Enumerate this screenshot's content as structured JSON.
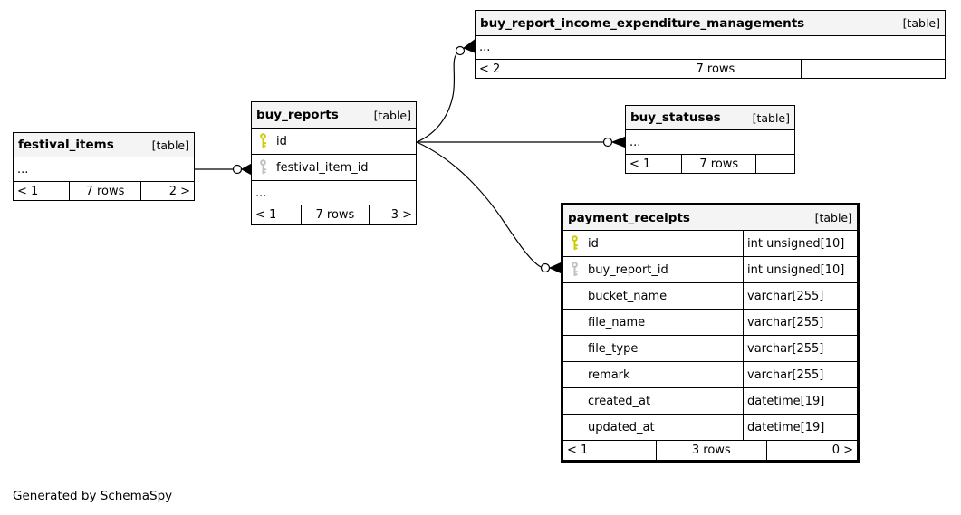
{
  "note": "Generated by SchemaSpy",
  "colors": {
    "header_bg": "#f4f4f4",
    "border": "#000000",
    "pk_key": "#cccc00",
    "fk_key": "#c0c0c0",
    "background": "#ffffff"
  },
  "tables": [
    {
      "id": "festival_items",
      "name": "festival_items",
      "tag": "[table]",
      "emphasized": false,
      "columns": [
        {
          "name": "...",
          "key": null,
          "type": null
        }
      ],
      "footer": [
        "< 1",
        "7 rows",
        "2 >"
      ]
    },
    {
      "id": "buy_reports",
      "name": "buy_reports",
      "tag": "[table]",
      "emphasized": false,
      "columns": [
        {
          "name": "id",
          "key": "pk",
          "type": null
        },
        {
          "name": "festival_item_id",
          "key": "fk",
          "type": null
        },
        {
          "name": "...",
          "key": null,
          "type": null
        }
      ],
      "footer": [
        "< 1",
        "7 rows",
        "3 >"
      ]
    },
    {
      "id": "buy_report_income_expenditure_managements",
      "name": "buy_report_income_expenditure_managements",
      "tag": "[table]",
      "emphasized": false,
      "columns": [
        {
          "name": "...",
          "key": null,
          "type": null
        }
      ],
      "footer": [
        "< 2",
        "7 rows",
        ""
      ]
    },
    {
      "id": "buy_statuses",
      "name": "buy_statuses",
      "tag": "[table]",
      "emphasized": false,
      "columns": [
        {
          "name": "...",
          "key": null,
          "type": null
        }
      ],
      "footer": [
        "< 1",
        "7 rows",
        ""
      ]
    },
    {
      "id": "payment_receipts",
      "name": "payment_receipts",
      "tag": "[table]",
      "emphasized": true,
      "columns": [
        {
          "name": "id",
          "key": "pk",
          "type": "int unsigned[10]"
        },
        {
          "name": "buy_report_id",
          "key": "fk",
          "type": "int unsigned[10]"
        },
        {
          "name": "bucket_name",
          "key": null,
          "type": "varchar[255]"
        },
        {
          "name": "file_name",
          "key": null,
          "type": "varchar[255]"
        },
        {
          "name": "file_type",
          "key": null,
          "type": "varchar[255]"
        },
        {
          "name": "remark",
          "key": null,
          "type": "varchar[255]"
        },
        {
          "name": "created_at",
          "key": null,
          "type": "datetime[19]"
        },
        {
          "name": "updated_at",
          "key": null,
          "type": "datetime[19]"
        }
      ],
      "footer": [
        "< 1",
        "3 rows",
        "0 >"
      ]
    }
  ],
  "relationships": [
    {
      "from": "festival_items",
      "to": "buy_reports.festival_item_id"
    },
    {
      "from": "buy_reports.id",
      "to": "buy_report_income_expenditure_managements"
    },
    {
      "from": "buy_reports.id",
      "to": "buy_statuses"
    },
    {
      "from": "buy_reports.id",
      "to": "payment_receipts.buy_report_id"
    }
  ]
}
